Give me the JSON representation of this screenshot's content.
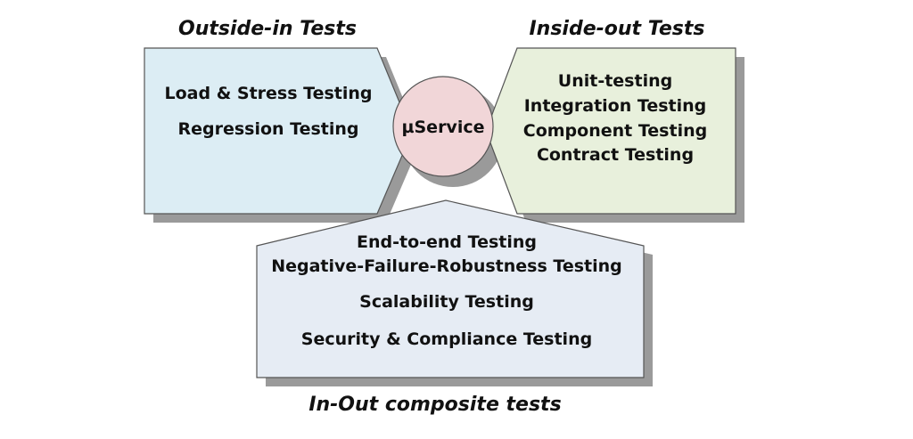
{
  "headings": {
    "outside_in": "Outside-in Tests",
    "inside_out": "Inside-out Tests",
    "in_out": "In-Out composite tests"
  },
  "center": {
    "label": "µService"
  },
  "outside_in_box": {
    "items": [
      "Load & Stress Testing",
      "Regression Testing"
    ]
  },
  "inside_out_box": {
    "items": [
      "Unit-testing",
      "Integration Testing",
      "Component Testing",
      "Contract Testing"
    ]
  },
  "in_out_box": {
    "items": [
      "End-to-end Testing",
      "Negative-Failure-Robustness Testing",
      "Scalability Testing",
      "Security & Compliance Testing"
    ]
  },
  "colors": {
    "outside_in_fill": "#dcedf4",
    "inside_out_fill": "#e8f0dc",
    "in_out_fill": "#e6ecf4",
    "center_fill": "#f1d6d8",
    "shadow": "#9a9a9a",
    "stroke": "#555555"
  }
}
